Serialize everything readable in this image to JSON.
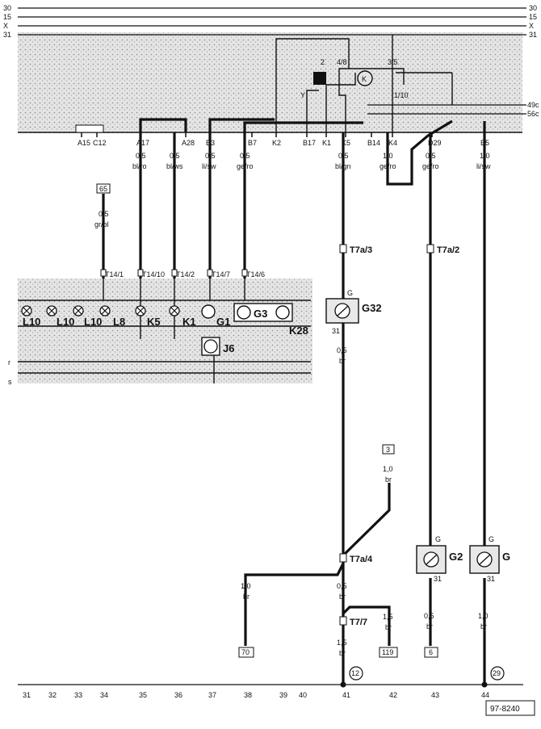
{
  "rails_left": [
    "30",
    "15",
    "X",
    "31"
  ],
  "rails_right": [
    "30",
    "15",
    "X",
    "31"
  ],
  "rails_right_lower": [
    "49c",
    "56c"
  ],
  "relay_labels": [
    "2",
    "4/8",
    "K",
    "Y",
    "3/5",
    "1/10"
  ],
  "terminals_top": [
    {
      "id": "A15"
    },
    {
      "id": "C12"
    },
    {
      "id": "A17"
    },
    {
      "id": "A28"
    },
    {
      "id": "B3"
    },
    {
      "id": "B7"
    },
    {
      "id": "K2"
    },
    {
      "id": "B17"
    },
    {
      "id": "K1"
    },
    {
      "id": "K5"
    },
    {
      "id": "B14"
    },
    {
      "id": "K4"
    },
    {
      "id": "D29"
    },
    {
      "id": "E5"
    }
  ],
  "wires_top": [
    {
      "size": "0,5",
      "color": "bl/ro"
    },
    {
      "size": "0,5",
      "color": "bl/ws"
    },
    {
      "size": "0,5",
      "color": "li/sw"
    },
    {
      "size": "0,5",
      "color": "ge/ro"
    },
    {
      "size": "0,5",
      "color": "bl/gn"
    },
    {
      "size": "1,0",
      "color": "ge/ro"
    },
    {
      "size": "0,5",
      "color": "ge/ro"
    },
    {
      "size": "1,0",
      "color": "li/sw"
    }
  ],
  "ref_65": {
    "id": "65",
    "size": "0,5",
    "color": "gr/bl"
  },
  "cluster_connectors": [
    "T14/1",
    "T14/10",
    "T14/2",
    "T14/7",
    "T14/6"
  ],
  "cluster_components": [
    "L10",
    "L10",
    "L10",
    "L8",
    "K5",
    "K1",
    "G1",
    "G3",
    "K28",
    "J6"
  ],
  "conn_t7a3": "T7a/3",
  "conn_t7a2": "T7a/2",
  "conn_t7a4": "T7a/4",
  "conn_t77": "T7/7",
  "sensor_g32": {
    "label": "G32",
    "top_pin": "G",
    "bottom_pin": "31"
  },
  "sensor_g2": {
    "label": "G2",
    "top_pin": "G",
    "bottom_pin": "31"
  },
  "sensor_g": {
    "label": "G",
    "top_pin": "G",
    "bottom_pin": "31"
  },
  "wire_g32_out": {
    "size": "0,5",
    "color": "br"
  },
  "ref_3": {
    "id": "3",
    "size": "1,0",
    "color": "br"
  },
  "wire_70": {
    "size": "1,0",
    "color": "br"
  },
  "wire_below_t7a4": {
    "size": "0,5",
    "color": "br"
  },
  "wire_119": {
    "size": "1,5",
    "color": "br"
  },
  "wire_below_t77": {
    "size": "1,5",
    "color": "br"
  },
  "wire_g2_out": {
    "size": "0,5",
    "color": "br"
  },
  "wire_g_out": {
    "size": "1,0",
    "color": "br"
  },
  "ref_boxes": [
    "70",
    "119",
    "6"
  ],
  "circle_refs": [
    "12",
    "29"
  ],
  "left_side_labels": [
    "r",
    "s"
  ],
  "bottom_numbers": [
    "31",
    "32",
    "33",
    "34",
    "35",
    "36",
    "37",
    "38",
    "39",
    "40",
    "41",
    "42",
    "43",
    "44"
  ],
  "doc_code": "97-8240",
  "colors": {
    "line": "#111111",
    "shade": "#d6d6d6",
    "paper": "#ffffff"
  }
}
